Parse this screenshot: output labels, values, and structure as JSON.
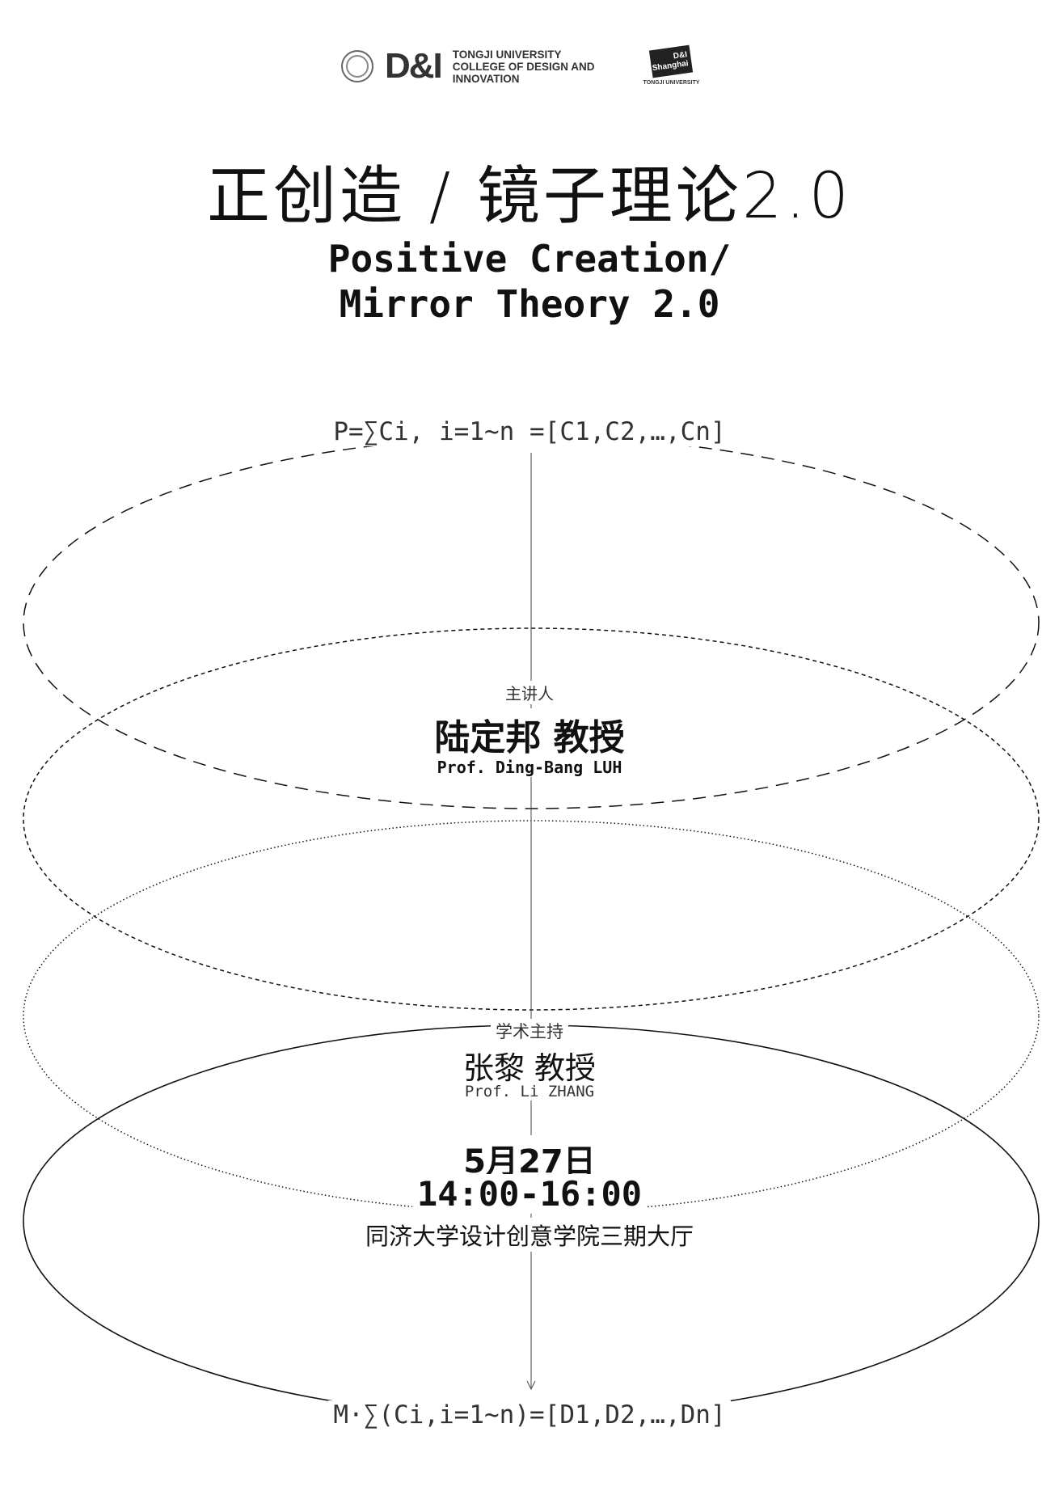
{
  "header": {
    "dxi_logo": "D&I",
    "college_lines": [
      "TONGJI UNIVERSITY",
      "COLLEGE OF DESIGN AND",
      "INNOVATION"
    ],
    "shanghai_logo": [
      "D&I",
      "Shanghai"
    ],
    "shanghai_caption": "TONGJI UNIVERSITY"
  },
  "title": {
    "zh": "正创造 / 镜子理论2.0",
    "en_line1": "Positive Creation/",
    "en_line2": "Mirror Theory 2.0"
  },
  "formula_top": "P=∑Ci, i=1~n =[C1,C2,…,Cn]",
  "speaker": {
    "label": "主讲人",
    "name_zh": "陆定邦 教授",
    "name_en": "Prof. Ding-Bang LUH"
  },
  "host": {
    "label": "学术主持",
    "name_zh": "张黎 教授",
    "name_en": "Prof. Li ZHANG"
  },
  "event": {
    "date": "5月27日",
    "time": "14:00-16:00",
    "venue": "同济大学设计创意学院三期大厅"
  },
  "formula_bottom": "M·∑(Ci,i=1~n)=[D1,D2,…,Dn]"
}
